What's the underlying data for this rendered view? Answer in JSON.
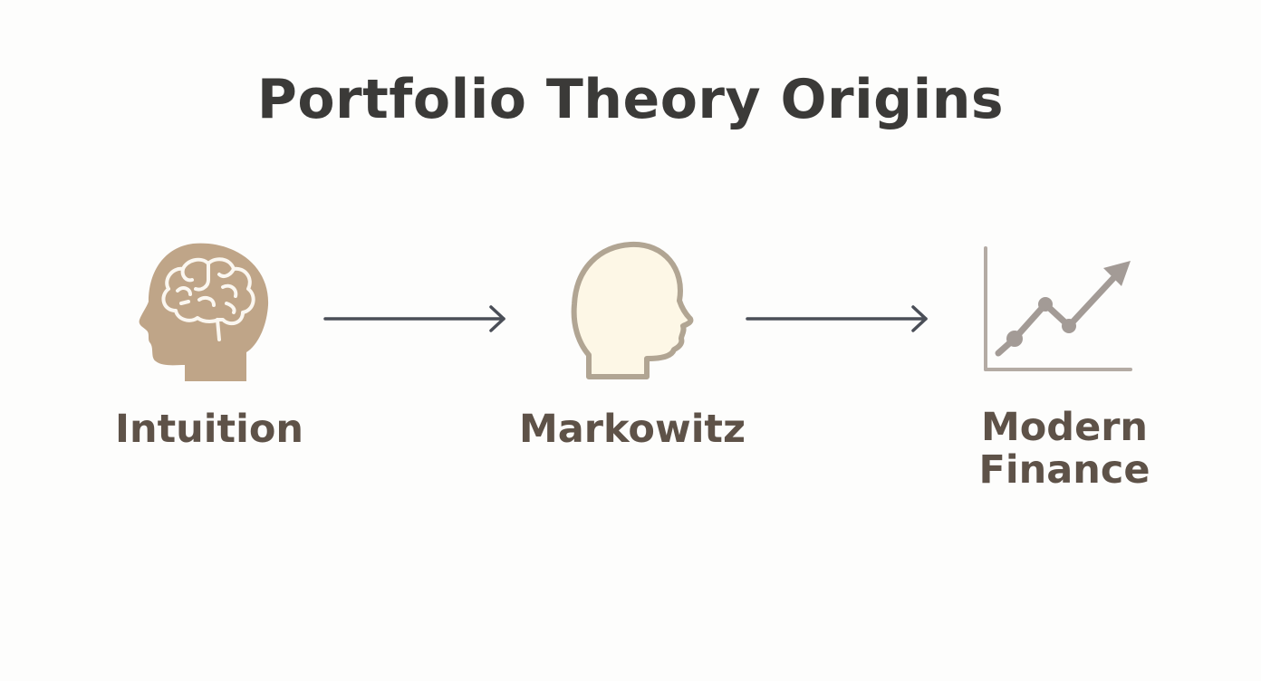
{
  "title": "Portfolio Theory Origins",
  "stages": [
    {
      "label": "Intuition",
      "icon": "head-with-brain-icon"
    },
    {
      "label": "Markowitz",
      "icon": "head-profile-icon"
    },
    {
      "label_line1": "Modern",
      "label_line2": "Finance",
      "icon": "rising-chart-icon"
    }
  ],
  "colors": {
    "title": "#3b3a38",
    "label": "#5e5248",
    "brain_head": "#bfa588",
    "profile_fill": "#fdf7e6",
    "profile_stroke": "#b1a593",
    "arrow": "#4a4e57",
    "chart_axis": "#b4aba4",
    "chart_line": "#a39b96"
  }
}
